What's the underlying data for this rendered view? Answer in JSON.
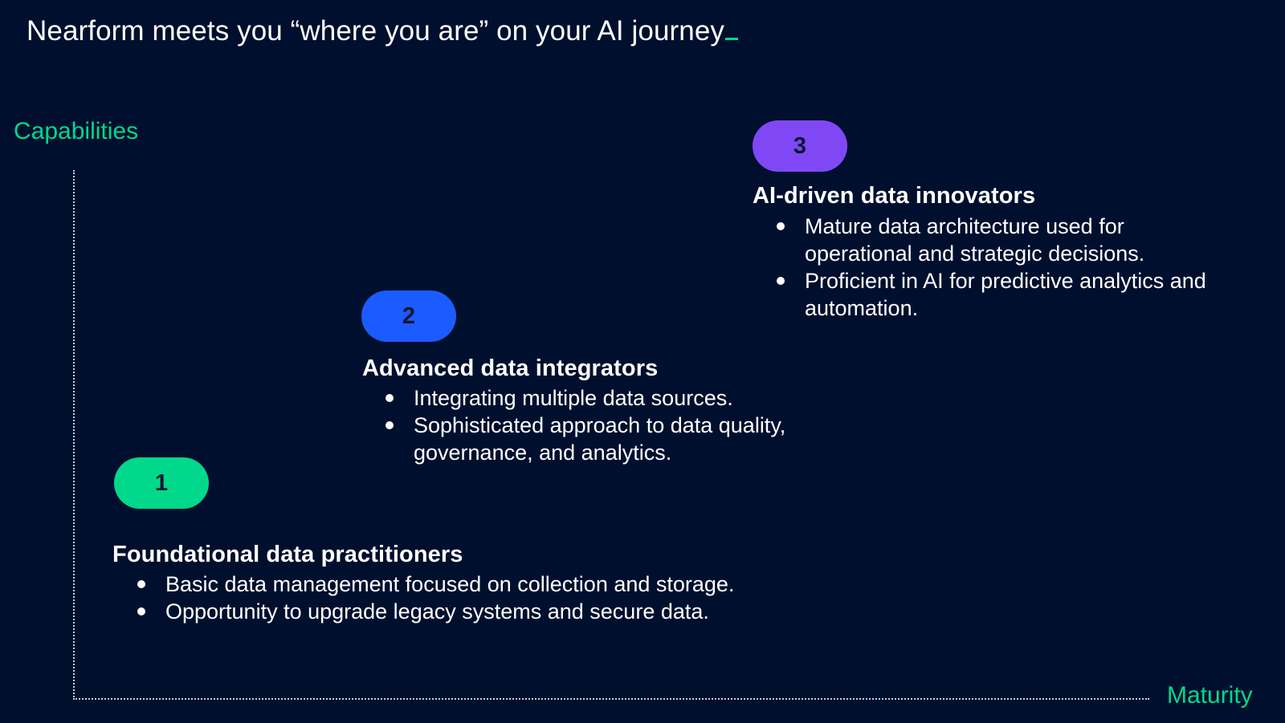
{
  "title": "Nearform meets you “where you are” on your AI journey",
  "axes": {
    "y_label": "Capabilities",
    "x_label": "Maturity"
  },
  "colors": {
    "background": "#010f2e",
    "accent": "#00d98b",
    "stage1": "#00d98b",
    "stage2": "#1a5cff",
    "stage3": "#8048f5"
  },
  "stages": [
    {
      "number": "1",
      "title": "Foundational data practitioners",
      "bullets": [
        "Basic data management focused on collection and storage.",
        "Opportunity to upgrade legacy systems and secure data."
      ]
    },
    {
      "number": "2",
      "title": "Advanced data integrators",
      "bullets": [
        "Integrating multiple data sources.",
        "Sophisticated approach to data quality, governance, and analytics."
      ]
    },
    {
      "number": "3",
      "title": "AI-driven data innovators",
      "bullets": [
        "Mature data architecture used for operational and strategic decisions.",
        "Proficient in AI for predictive analytics and automation."
      ]
    }
  ]
}
